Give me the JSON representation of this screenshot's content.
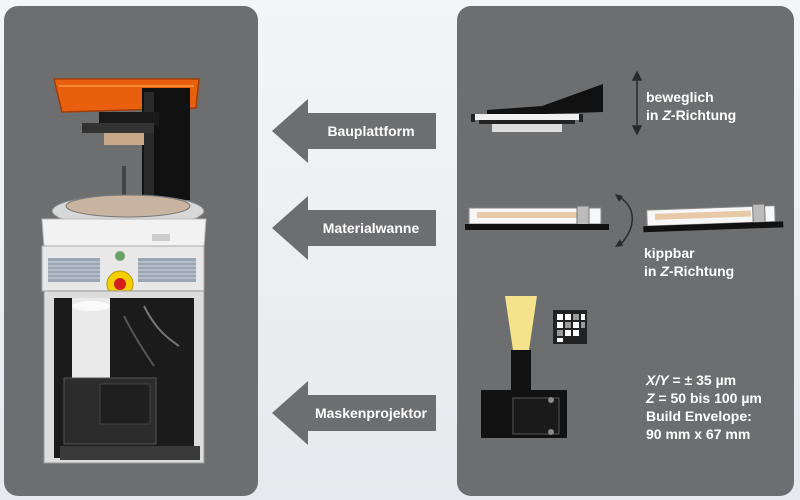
{
  "labels": {
    "bauplattform": "Bauplattform",
    "materialwanne": "Materialwanne",
    "maskenprojektor": "Maskenprojektor"
  },
  "notes": {
    "platform_line1": "beweglich",
    "platform_line2_pre": "in ",
    "platform_line2_axis": "Z",
    "platform_line2_post": "-Richtung",
    "vat_line1": "kippbar",
    "vat_line2_pre": "in ",
    "vat_line2_axis": "Z",
    "vat_line2_post": "-Richtung"
  },
  "specs": {
    "xy_axis": "X/Y",
    "xy_value": " = ± 35 µm",
    "z_axis": "Z",
    "z_value": " = 50 bis 100 µm",
    "envelope_label": "Build Envelope:",
    "envelope_value": "90 mm x 67 mm"
  },
  "colors": {
    "panel": "#6d6e70",
    "arrow": "#6d6e70",
    "text": "#ffffff",
    "cover": "#e8600e"
  }
}
